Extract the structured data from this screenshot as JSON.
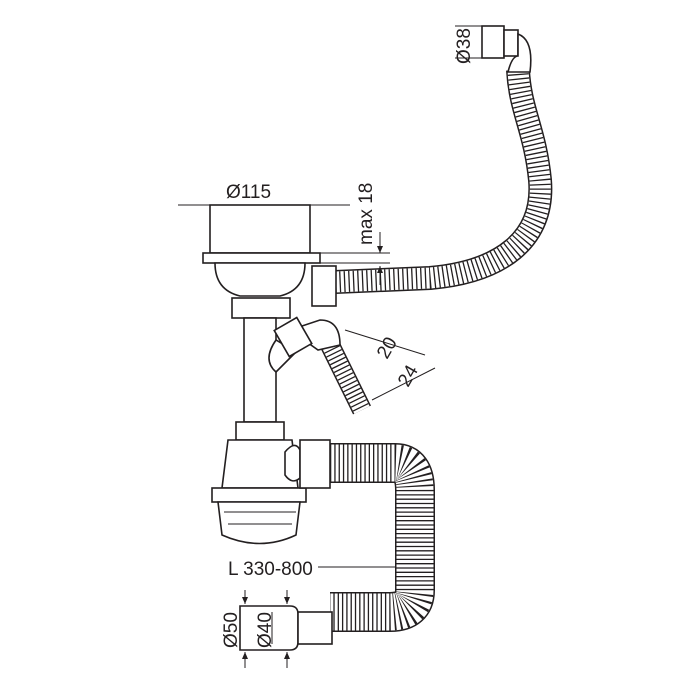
{
  "labels": {
    "outlet_diameter": "Ø38",
    "strainer_diameter": "Ø115",
    "max_thickness": "max 18",
    "side_inlet_inner": "20",
    "side_inlet_outer": "24",
    "hose_length": "L 330-800",
    "outlet_outer": "Ø50",
    "outlet_inner": "Ø40"
  },
  "colors": {
    "line": "#231f20",
    "background": "#ffffff"
  }
}
